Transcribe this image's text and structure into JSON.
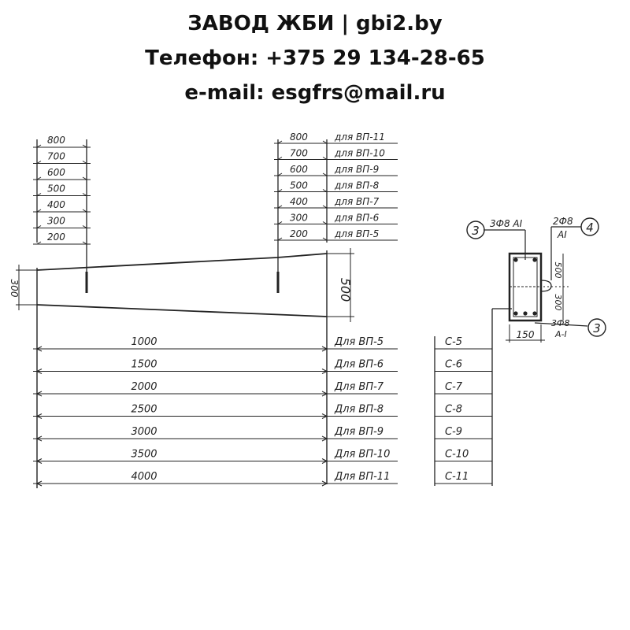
{
  "header": {
    "line1": "ЗАВОД ЖБИ | gbi2.by",
    "line2": "Телефон: +375 29 134-28-65",
    "line3": "e-mail: esgfrs@mail.ru"
  },
  "drawing": {
    "left_heights": [
      "800",
      "700",
      "600",
      "500",
      "400",
      "300",
      "200"
    ],
    "right_heights": [
      {
        "value": "800",
        "note": "для ВП-11"
      },
      {
        "value": "700",
        "note": "для ВП-10"
      },
      {
        "value": "600",
        "note": "для ВП-9"
      },
      {
        "value": "500",
        "note": "для ВП-8"
      },
      {
        "value": "400",
        "note": "для ВП-7"
      },
      {
        "value": "300",
        "note": "для ВП-6"
      },
      {
        "value": "200",
        "note": "для ВП-5"
      }
    ],
    "left_dim": "300",
    "right_dim": "500",
    "lengths": [
      {
        "value": "1000",
        "note": "Для ВП-5",
        "mark": "С-5"
      },
      {
        "value": "1500",
        "note": "Для ВП-6",
        "mark": "С-6"
      },
      {
        "value": "2000",
        "note": "Для ВП-7",
        "mark": "С-7"
      },
      {
        "value": "2500",
        "note": "Для ВП-8",
        "mark": "С-8"
      },
      {
        "value": "3000",
        "note": "Для ВП-9",
        "mark": "С-9"
      },
      {
        "value": "3500",
        "note": "Для ВП-10",
        "mark": "С-10"
      },
      {
        "value": "4000",
        "note": "Для ВП-11",
        "mark": "С-11"
      }
    ],
    "section": {
      "callout_top_left": "3",
      "callout_top_right": "4",
      "callout_bottom": "3",
      "rebar_top": "3Ф8 АI",
      "rebar_right": "2Ф8",
      "rebar_right_class": "АI",
      "rebar_bottom": "3Ф8",
      "rebar_bottom_class": "А-I",
      "dim_upper": "500",
      "dim_lower": "300",
      "dim_width": "150"
    }
  }
}
